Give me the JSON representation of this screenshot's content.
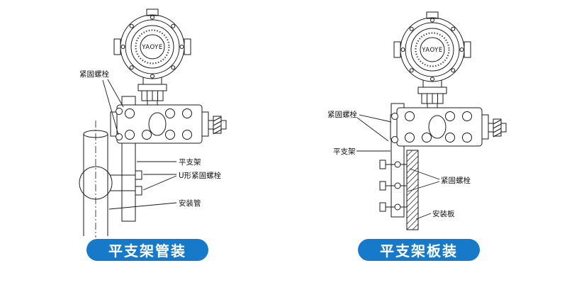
{
  "page": {
    "background": "#ffffff"
  },
  "transmitter": {
    "logo_text": "YAOYE"
  },
  "left_figure": {
    "caption": "平支架管装",
    "labels": {
      "fastening_bolts": "紧固螺栓",
      "flat_bracket": "平支架",
      "u_bolts": "U形紧固螺栓",
      "mounting_pipe": "安装管"
    }
  },
  "right_figure": {
    "caption": "平支架板装",
    "labels": {
      "fastening_bolts": "紧固螺栓",
      "flat_bracket": "平支架",
      "fastening_bolts_plate": "紧固螺栓",
      "mounting_plate": "安装板"
    }
  },
  "colors": {
    "caption_button_bg": "#1679c9",
    "caption_button_text": "#ffffff",
    "line_color": "#1a1a1a"
  }
}
